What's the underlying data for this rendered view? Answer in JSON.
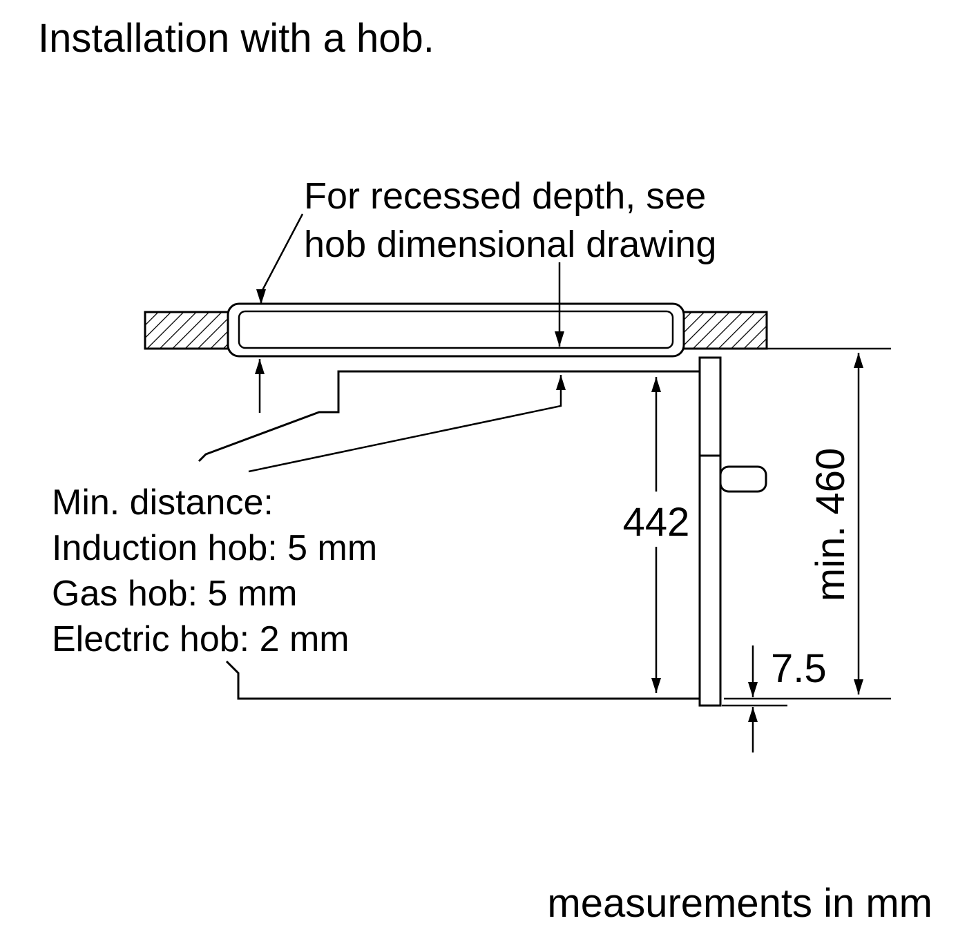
{
  "title": "Installation with a hob.",
  "annotations": {
    "recessed_depth_line1": "For recessed depth, see",
    "recessed_depth_line2": "hob dimensional drawing",
    "min_distance_heading": "Min. distance:",
    "min_distance_induction": "Induction hob: 5 mm",
    "min_distance_gas": "Gas hob: 5 mm",
    "min_distance_electric": "Electric hob: 2 mm"
  },
  "dimensions": {
    "appliance_height": "442",
    "niche_min_height": "min. 460",
    "door_projection": "7.5"
  },
  "footer": "measurements in mm",
  "colors": {
    "line": "#000000",
    "background": "#ffffff"
  }
}
